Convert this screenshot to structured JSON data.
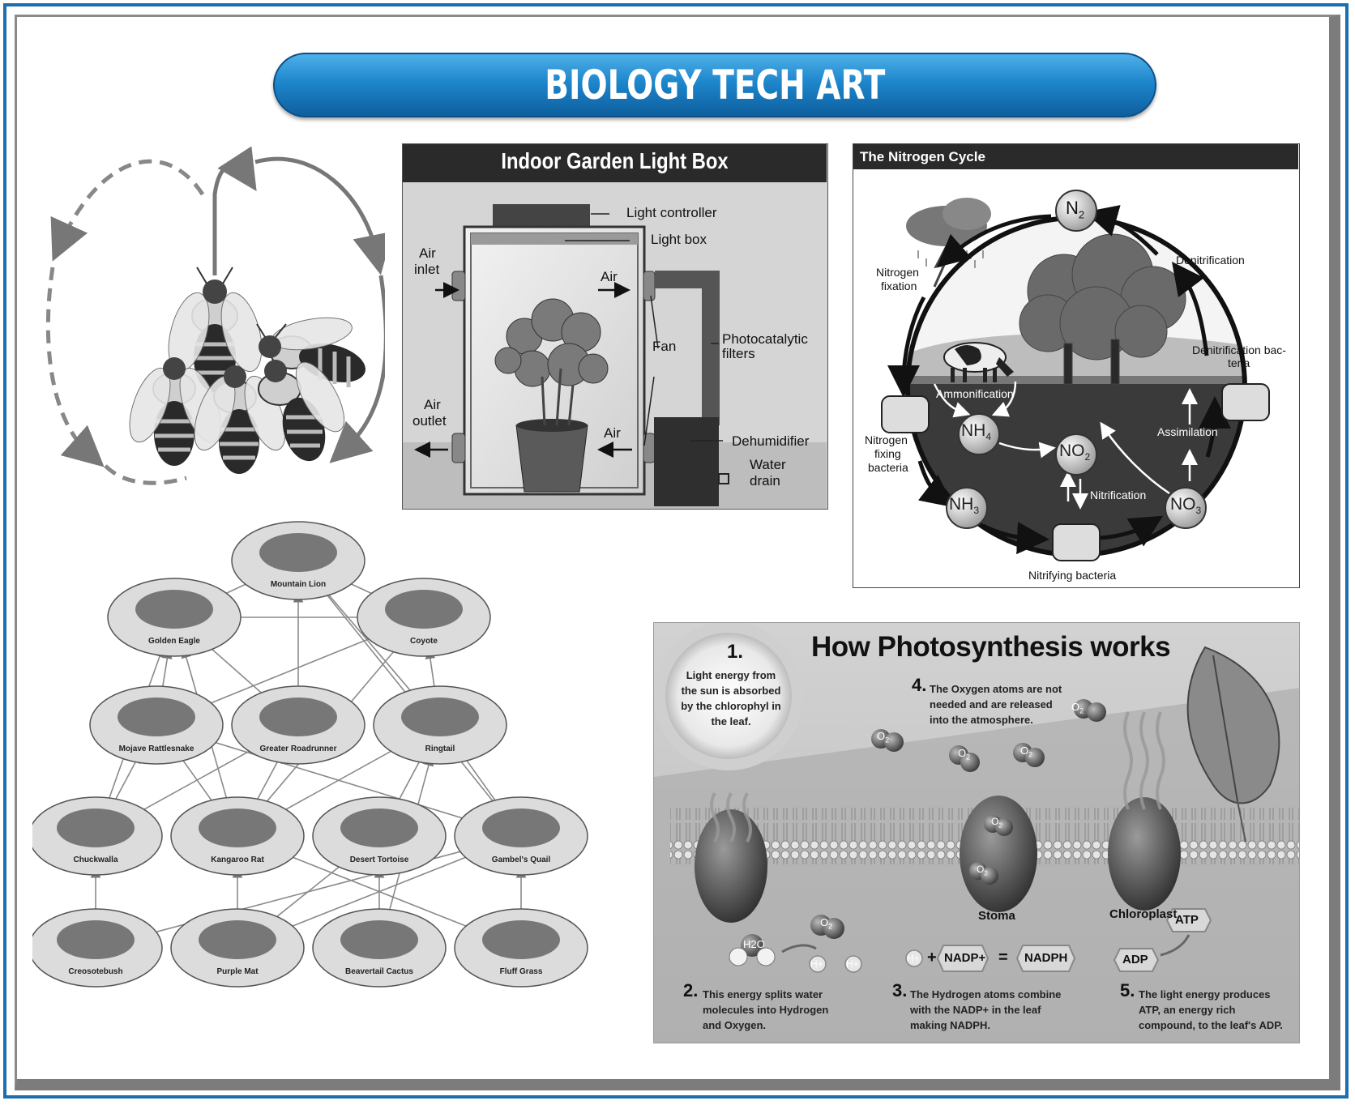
{
  "banner": {
    "title": "BIOLOGY TECH ART",
    "color": "#1e86cc"
  },
  "light_box": {
    "title": "Indoor Garden Light Box",
    "labels": {
      "light_controller": "Light controller",
      "light_box": "Light box",
      "air_inlet_1": "Air",
      "air_inlet_2": "inlet",
      "air_top": "Air",
      "fan": "Fan",
      "photocatalytic_1": "Photocatalytic",
      "photocatalytic_2": "filters",
      "air_outlet_1": "Air",
      "air_outlet_2": "outlet",
      "air_bottom": "Air",
      "dehumidifier": "Dehumidifier",
      "water_drain_1": "Water",
      "water_drain_2": "drain"
    }
  },
  "nitrogen": {
    "title": "The Nitrogen Cycle",
    "labels": {
      "n2_main": "N",
      "n2_sub": "2",
      "nitrogen_fixation_1": "Nitrogen",
      "nitrogen_fixation_2": "fixation",
      "denitrification": "Denitrification",
      "denitrification_bacteria_1": "Denitrification bac-",
      "denitrification_bacteria_2": "teria",
      "ammonification": "Ammonification",
      "nh4_main": "NH",
      "nh4_sub": "4",
      "no2_main": "NO",
      "no2_sub": "2",
      "assimilation": "Assimilation",
      "nitrogen_fixing_1": "Nitrogen",
      "nitrogen_fixing_2": "fixing",
      "nitrogen_fixing_3": "bacteria",
      "nh3_main": "NH",
      "nh3_sub": "3",
      "nitrification": "Nitrification",
      "no3_main": "NO",
      "no3_sub": "3",
      "nitrifying_bacteria": "Nitrifying bacteria"
    }
  },
  "food_web": {
    "nodes": [
      {
        "name": "Mountain Lion"
      },
      {
        "name": "Golden Eagle"
      },
      {
        "name": "Coyote"
      },
      {
        "name": "Mojave Rattlesnake"
      },
      {
        "name": "Greater Roadrunner"
      },
      {
        "name": "Ringtail"
      },
      {
        "name": "Chuckwalla"
      },
      {
        "name": "Kangaroo Rat"
      },
      {
        "name": "Desert Tortoise"
      },
      {
        "name": "Gambel's Quail"
      },
      {
        "name": "Creosotebush"
      },
      {
        "name": "Purple Mat"
      },
      {
        "name": "Beavertail Cactus"
      },
      {
        "name": "Fluff Grass"
      }
    ]
  },
  "photosynthesis": {
    "title": "How Photosynthesis works",
    "step1_num": "1.",
    "step1_lines": [
      "Light energy from",
      "the sun is absorbed",
      "by the chlorophyl in",
      "the leaf."
    ],
    "step2_num": "2.",
    "step2_lines": [
      "This energy splits water",
      "molecules into Hydrogen",
      "and Oxygen."
    ],
    "step3_num": "3.",
    "step3_lines": [
      "The Hydrogen atoms combine",
      "with the NADP+ in the leaf",
      "making NADPH."
    ],
    "step4_num": "4.",
    "step4_lines": [
      "The Oxygen atoms are not",
      "needed and are released",
      "into the atmosphere."
    ],
    "step5_num": "5.",
    "step5_lines": [
      "The light energy produces",
      "ATP, an energy rich",
      "compound, to the leaf's ADP."
    ],
    "stoma": "Stoma",
    "chloroplast": "Chloroplast",
    "o2_main": "O",
    "o2_sub": "2",
    "h2o": "H2O",
    "h_plus": "H+",
    "plus": "+",
    "nadp_plus": "NADP+",
    "equals": "=",
    "nadph": "NADPH",
    "adp": "ADP",
    "atp": "ATP"
  }
}
